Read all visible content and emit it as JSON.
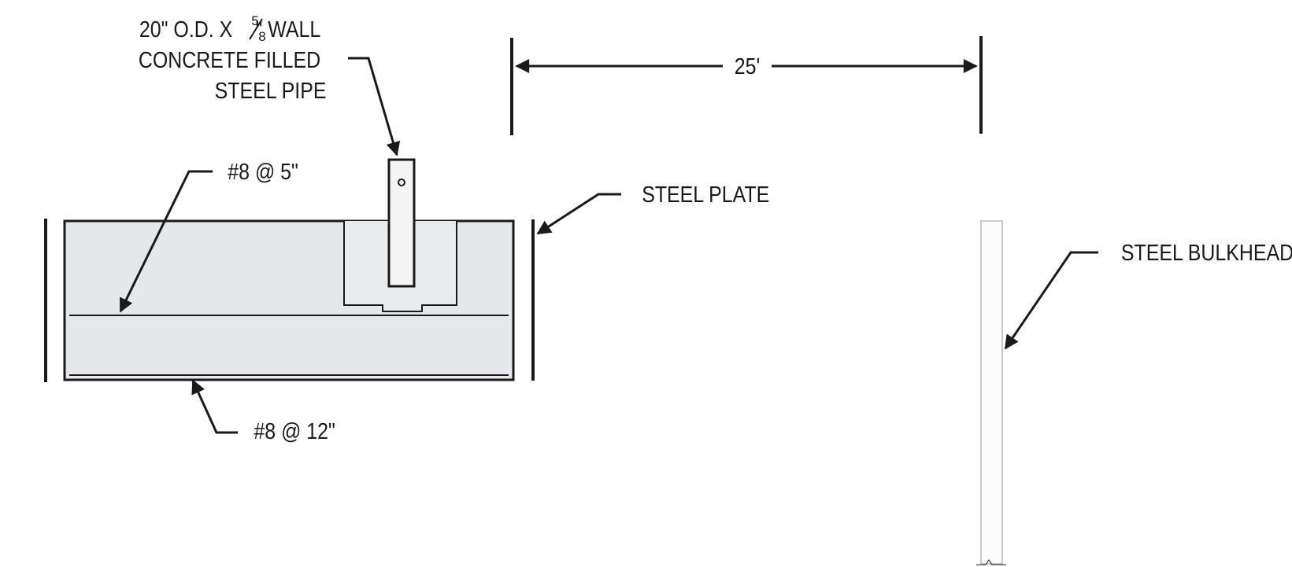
{
  "labels": {
    "pipe_line1_prefix": "20\" O.D. X ",
    "pipe_fraction_num": "5",
    "pipe_fraction_den": "8",
    "pipe_line1_suffix": "\" WALL",
    "pipe_line2": "CONCRETE FILLED",
    "pipe_line3": "STEEL PIPE",
    "rebar_top": "#8 @ 5\"",
    "rebar_bottom": "#8 @ 12\"",
    "steel_plate": "STEEL PLATE",
    "steel_bulkhead": "STEEL BULKHEAD",
    "dimension": "25'"
  },
  "colors": {
    "ink": "#1a1a1a",
    "concrete_fill": "#e6e7ea",
    "bulkhead_outline": "#b8b8b8"
  }
}
